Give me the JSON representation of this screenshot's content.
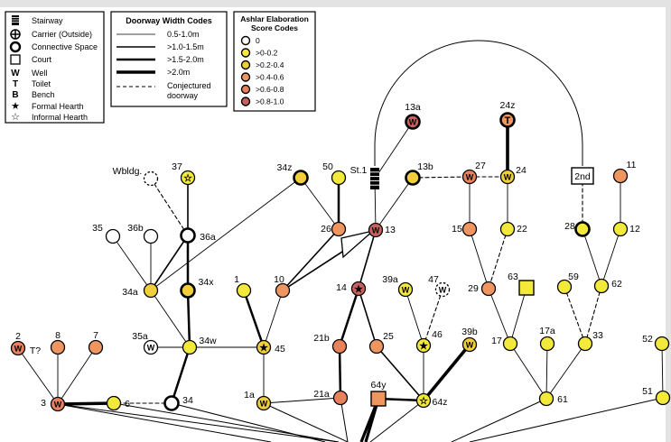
{
  "legend_symbols": {
    "items": [
      {
        "icon": "stairway-icon",
        "label": "Stairway"
      },
      {
        "icon": "carrier-icon",
        "label": "Carrier (Outside)"
      },
      {
        "icon": "connective-space-icon",
        "label": "Connective Space"
      },
      {
        "icon": "court-icon",
        "label": "Court"
      },
      {
        "icon": "well-icon",
        "glyph": "W",
        "label": "Well"
      },
      {
        "icon": "toilet-icon",
        "glyph": "T",
        "label": "Toilet"
      },
      {
        "icon": "bench-icon",
        "glyph": "B",
        "label": "Bench"
      },
      {
        "icon": "formal-hearth-icon",
        "glyph": "★",
        "label": "Formal Hearth"
      },
      {
        "icon": "informal-hearth-icon",
        "glyph": "☆",
        "label": "Informal Hearth"
      }
    ]
  },
  "legend_doorway": {
    "title": "Doorway Width Codes",
    "items": [
      {
        "label": "0.5-1.0m",
        "style": "thin"
      },
      {
        "label": ">1.0-1.5m",
        "style": "medium"
      },
      {
        "label": ">1.5-2.0m",
        "style": "thick"
      },
      {
        "label": ">2.0m",
        "style": "heavy"
      },
      {
        "label": "Conjectured doorway",
        "label_lines": [
          "Conjectured",
          "doorway"
        ],
        "style": "dashed"
      }
    ]
  },
  "legend_ashlar": {
    "title_lines": [
      "Ashlar Elaboration",
      "Score Codes"
    ],
    "items": [
      {
        "label": "0",
        "color": "#ffffff"
      },
      {
        "label": ">0-0.2",
        "color": "#f3e93b"
      },
      {
        "label": ">0.2-0.4",
        "color": "#f0cf3a"
      },
      {
        "label": ">0.4-0.6",
        "color": "#ef9660"
      },
      {
        "label": ">0.6-0.8",
        "color": "#e8825d"
      },
      {
        "label": ">0.8-1.0",
        "color": "#c9625e"
      }
    ]
  },
  "colors": {
    "c0": "#ffffff",
    "c1": "#f3e93b",
    "c2": "#f0cf3a",
    "c3": "#ef9660",
    "c4": "#e8825d",
    "c5": "#c9625e"
  },
  "nodes": [
    {
      "id": "13a",
      "label": "13a",
      "color": "c5",
      "glyph": "W",
      "thick": true
    },
    {
      "id": "24z",
      "label": "24z",
      "color": "c3",
      "glyph": "T",
      "thick": true
    },
    {
      "id": "st1",
      "label": "St.1",
      "shape": "stair"
    },
    {
      "id": "13b",
      "label": "13b",
      "color": "c2",
      "thick": true
    },
    {
      "id": "27",
      "label": "27",
      "color": "c4",
      "glyph": "W"
    },
    {
      "id": "24",
      "label": "24",
      "color": "c2",
      "glyph": "W"
    },
    {
      "id": "2nd",
      "label": "2nd",
      "shape": "square-white"
    },
    {
      "id": "11",
      "label": "11",
      "color": "c3"
    },
    {
      "id": "wbldg",
      "label": "Wbldg.",
      "color": "c0",
      "dashed": true
    },
    {
      "id": "37",
      "label": "37",
      "color": "c1",
      "glyph": "☆"
    },
    {
      "id": "34z",
      "label": "34z",
      "color": "c2",
      "thick": true
    },
    {
      "id": "50",
      "label": "50",
      "color": "c1"
    },
    {
      "id": "26",
      "label": "26",
      "color": "c3"
    },
    {
      "id": "13",
      "label": "13",
      "color": "c5",
      "glyph": "W"
    },
    {
      "id": "15",
      "label": "15",
      "color": "c3"
    },
    {
      "id": "22",
      "label": "22",
      "color": "c1"
    },
    {
      "id": "28",
      "label": "28",
      "color": "c1",
      "thick": true
    },
    {
      "id": "12",
      "label": "12",
      "color": "c1"
    },
    {
      "id": "35",
      "label": "35",
      "color": "c0"
    },
    {
      "id": "36b",
      "label": "36b",
      "color": "c0"
    },
    {
      "id": "36a",
      "label": "36a",
      "color": "c0",
      "thick": true
    },
    {
      "id": "34a",
      "label": "34a",
      "color": "c2"
    },
    {
      "id": "34x",
      "label": "34x",
      "color": "c2",
      "thick": true
    },
    {
      "id": "1",
      "label": "1",
      "color": "c1"
    },
    {
      "id": "10",
      "label": "10",
      "color": "c3"
    },
    {
      "id": "14",
      "label": "14",
      "color": "c5",
      "glyph": "★"
    },
    {
      "id": "39a",
      "label": "39a",
      "color": "c1",
      "glyph": "W"
    },
    {
      "id": "47",
      "label": "47",
      "color": "c0",
      "glyph": "W",
      "dashed": true
    },
    {
      "id": "29",
      "label": "29",
      "color": "c3"
    },
    {
      "id": "63",
      "label": "63",
      "shape": "square",
      "color": "c1"
    },
    {
      "id": "59",
      "label": "59",
      "color": "c1"
    },
    {
      "id": "62",
      "label": "62",
      "color": "c1"
    },
    {
      "id": "2",
      "label": "2",
      "color": "c4",
      "glyph": "W"
    },
    {
      "id": "tq",
      "label": "T?",
      "shape": "text"
    },
    {
      "id": "8",
      "label": "8",
      "color": "c3"
    },
    {
      "id": "7",
      "label": "7",
      "color": "c3"
    },
    {
      "id": "35a",
      "label": "35a",
      "color": "c0",
      "glyph": "W"
    },
    {
      "id": "34w",
      "label": "34w",
      "color": "c1"
    },
    {
      "id": "45",
      "label": "45",
      "color": "c2",
      "glyph": "★"
    },
    {
      "id": "21b",
      "label": "21b",
      "color": "c4"
    },
    {
      "id": "25",
      "label": "25",
      "color": "c3"
    },
    {
      "id": "46",
      "label": "46",
      "color": "c1",
      "glyph": "★"
    },
    {
      "id": "39b",
      "label": "39b",
      "color": "c2",
      "glyph": "W"
    },
    {
      "id": "17",
      "label": "17",
      "color": "c1"
    },
    {
      "id": "17a",
      "label": "17a",
      "color": "c1"
    },
    {
      "id": "33",
      "label": "33",
      "color": "c1"
    },
    {
      "id": "52",
      "label": "52",
      "color": "c1"
    },
    {
      "id": "3",
      "label": "3",
      "color": "c4",
      "glyph": "W"
    },
    {
      "id": "6",
      "label": "6",
      "color": "c1"
    },
    {
      "id": "34",
      "label": "34",
      "color": "c0",
      "thick": true
    },
    {
      "id": "1a",
      "label": "1a",
      "color": "c2",
      "glyph": "W"
    },
    {
      "id": "21a",
      "label": "21a",
      "color": "c4"
    },
    {
      "id": "64y",
      "label": "64y",
      "shape": "square",
      "color": "c3"
    },
    {
      "id": "64z",
      "label": "64z",
      "color": "c1",
      "glyph": "☆"
    },
    {
      "id": "61",
      "label": "61",
      "color": "c1"
    },
    {
      "id": "51",
      "label": "51",
      "color": "c1"
    }
  ]
}
